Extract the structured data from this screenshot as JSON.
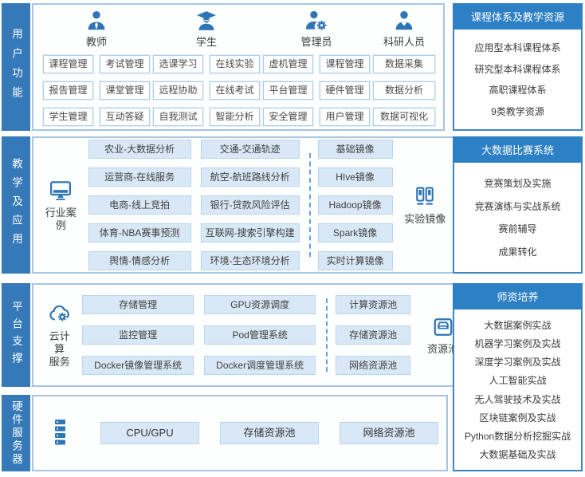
{
  "colors": {
    "bar_blue": "#3579b9",
    "sidebar_header_blue": "#2e80c4",
    "icon_blue": "#2e75b6",
    "box_border": "#a6c5e2",
    "button_fill": "#d9e8f6",
    "button_border": "#bad4ec"
  },
  "sections": {
    "user": {
      "label": "用户功能",
      "groups": [
        {
          "name": "教师",
          "icon": "teacher-icon",
          "buttons": [
            "课程管理",
            "考试管理",
            "报告管理",
            "课堂管理",
            "学生管理",
            "互动答疑"
          ]
        },
        {
          "name": "学生",
          "icon": "student-icon",
          "buttons": [
            "选课学习",
            "在线实验",
            "远程协助",
            "在线考试",
            "自我测试",
            "智能分析"
          ]
        },
        {
          "name": "管理员",
          "icon": "admin-icon",
          "buttons": [
            "虚机管理",
            "课程管理",
            "平台管理",
            "硬件管理",
            "安全管理",
            "用户管理"
          ]
        },
        {
          "name": "科研人员",
          "icon": "researcher-icon",
          "buttons": [
            "数据采集",
            "数据分析",
            "数据可视化"
          ]
        }
      ]
    },
    "teaching": {
      "label": "教学及应用",
      "case_label": "行业案例",
      "cases_col1": [
        "农业-大数据分析",
        "运营商-在线服务",
        "电商-线上竞拍",
        "体育-NBA赛事预测",
        "舆情-情感分析"
      ],
      "cases_col2": [
        "交通-交通轨迹",
        "航空-航班路线分析",
        "银行-贷款风险评估",
        "互联网-搜索引擎构建",
        "环境-生态环境分析"
      ],
      "images": [
        "基础镜像",
        "HIve镜像",
        "Hadoop镜像",
        "Spark镜像",
        "实时计算镜像"
      ],
      "images_label": "实验镜像"
    },
    "platform": {
      "label": "平台支撑",
      "cloud_label_line1": "云计算",
      "cloud_label_line2": "服务",
      "services_col1": [
        "存储管理",
        "监控管理",
        "Docker镜像管理系统"
      ],
      "services_col2": [
        "GPU资源调度",
        "Pod管理系统",
        "Docker调度管理系统"
      ],
      "pools": [
        "计算资源池",
        "存储资源池",
        "网络资源池"
      ],
      "pool_label": "资源池"
    },
    "hardware": {
      "label": "硬件服务器",
      "buttons": [
        "CPU/GPU",
        "存储资源池",
        "网络资源池"
      ]
    }
  },
  "sidebar": {
    "panels": [
      {
        "title": "课程体系及教学资源",
        "items": [
          "应用型本科课程体系",
          "研究型本科课程体系",
          "高职课程体系",
          "9类教学资源"
        ]
      },
      {
        "title": "大数据比赛系统",
        "items": [
          "竞赛策划及实施",
          "竞赛演练与实战系统",
          "赛前辅导",
          "成果转化"
        ]
      },
      {
        "title": "师资培养",
        "items": [
          "大数据案例实战",
          "机器学习案例及实战",
          "深度学习案例及实战",
          "人工智能实战",
          "无人驾驶技术及实战",
          "区块链案例及实战",
          "Python数据分析挖掘实战",
          "大数据基础及实战"
        ]
      }
    ]
  }
}
